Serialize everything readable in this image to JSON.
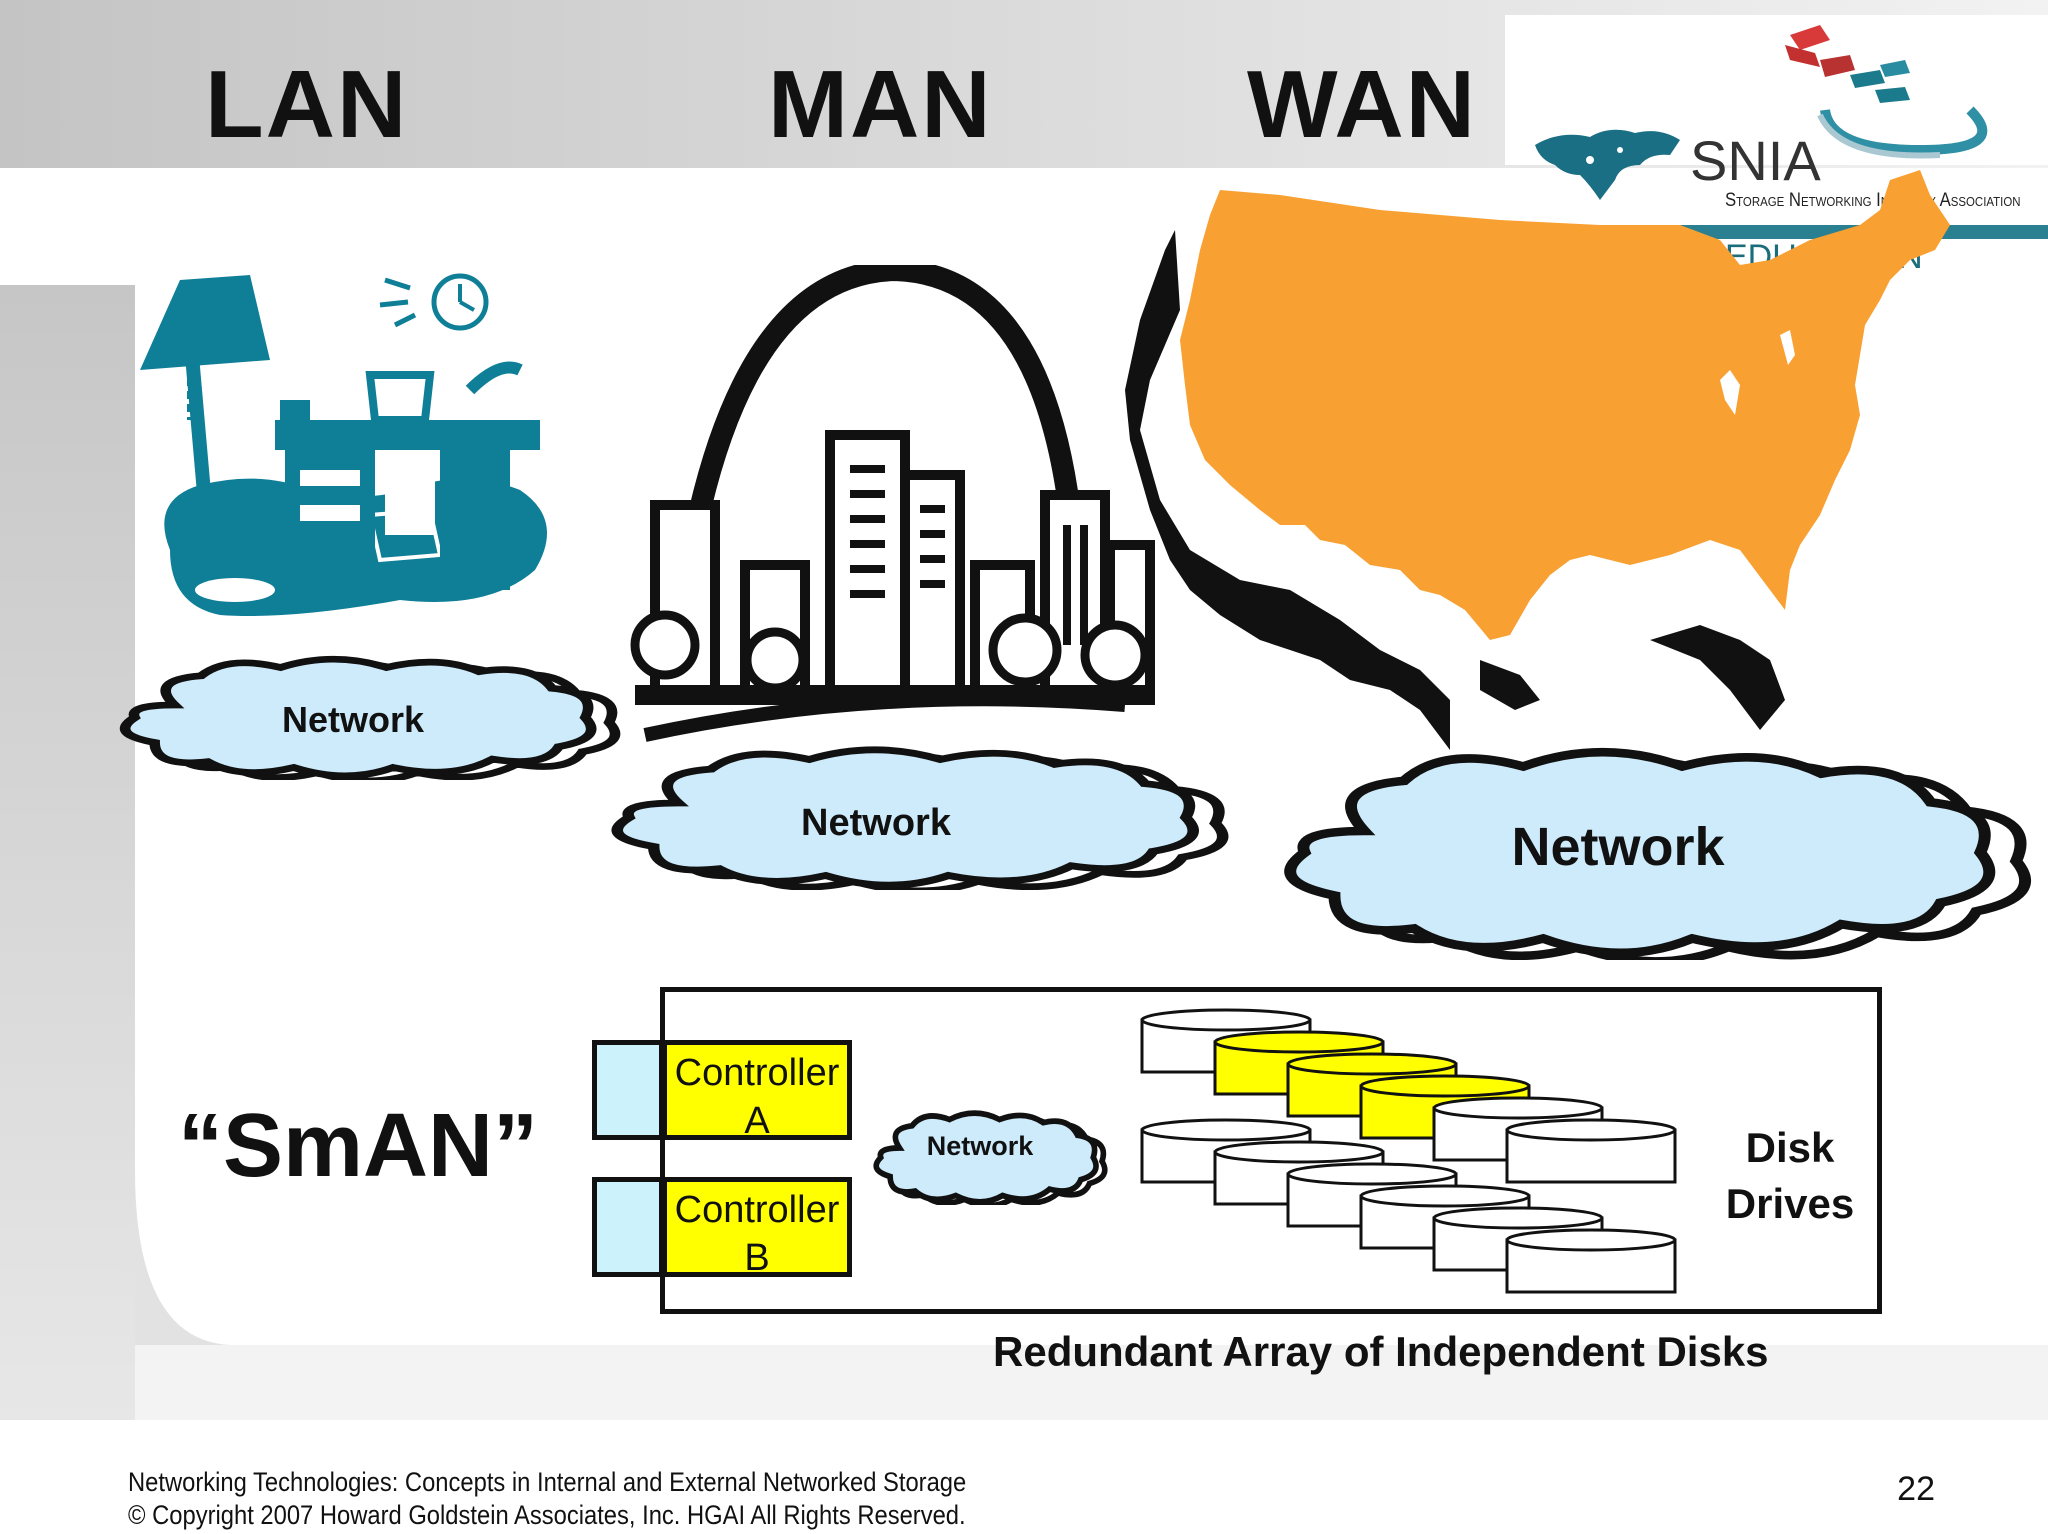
{
  "headers": {
    "lan": "LAN",
    "man": "MAN",
    "wan": "WAN"
  },
  "logo": {
    "title": "SNIA",
    "subtitle": "Storage Networking Industry Association",
    "tagline": "EDUCATION"
  },
  "clouds": {
    "lan": "Network",
    "man": "Network",
    "wan": "Network",
    "sman": "Network"
  },
  "sman_label": "“SmAN”",
  "raid": {
    "controller_a": {
      "line1": "Controller",
      "line2": "A"
    },
    "controller_b": {
      "line1": "Controller",
      "line2": "B"
    },
    "disk_label_line1": "Disk",
    "disk_label_line2": "Drives",
    "caption": "Redundant Array of Independent Disks"
  },
  "footer": {
    "line1": "Networking Technologies: Concepts in Internal and External Networked Storage",
    "line2": "© Copyright 2007 Howard Goldstein Associates, Inc. HGAI All Rights Reserved."
  },
  "page_number": "22",
  "colors": {
    "cloud_fill": "#cdebfb",
    "teal": "#0f7f98",
    "orange": "#f8a032",
    "yellow": "#ffff00",
    "header_gray": "#c8c8c8"
  }
}
